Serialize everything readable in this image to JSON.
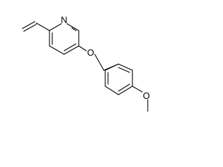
{
  "molecule": {
    "atoms": {
      "pyridine_nitrogen": "N",
      "ether_oxygen": "O",
      "methoxy_oxygen": "O"
    }
  }
}
